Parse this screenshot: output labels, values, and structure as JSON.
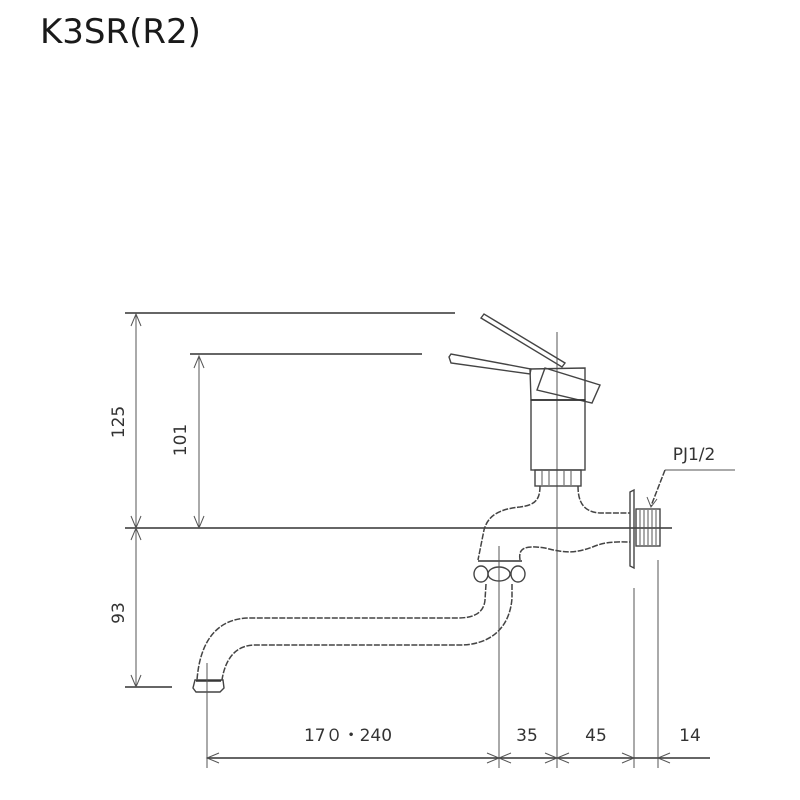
{
  "title": "K3SR(R2)",
  "dimensions": {
    "vertical": {
      "handle_top": "125",
      "handle_low": "101",
      "spout_drop": "93"
    },
    "horizontal": {
      "spout_reach": "17０・240",
      "spout_to_center": "35",
      "center_to_flange": "45",
      "thread_length": "14"
    }
  },
  "callouts": {
    "thread_spec": "PJ1/2"
  },
  "colors": {
    "line": "#333333",
    "background": "#ffffff"
  }
}
